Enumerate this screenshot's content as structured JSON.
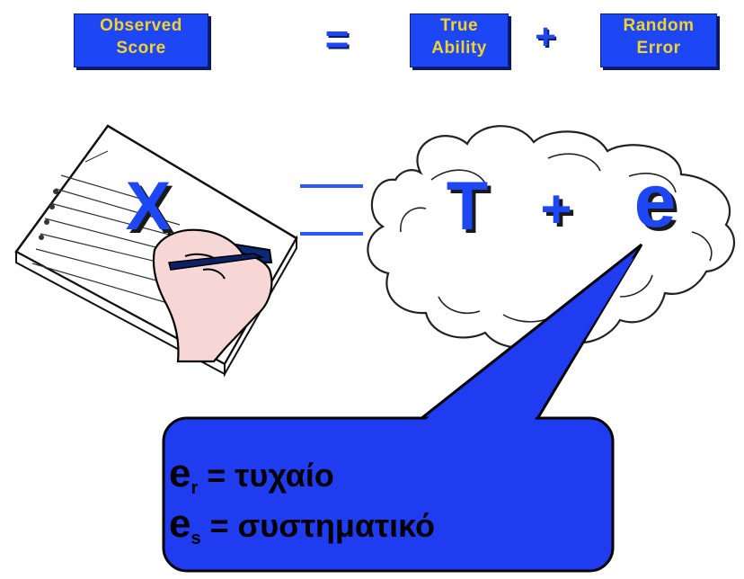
{
  "header": {
    "observed": [
      "Observed",
      "Score"
    ],
    "equals": "=",
    "true_ability": [
      "True",
      "Ability"
    ],
    "plus": "+",
    "random_error": [
      "Random",
      "Error"
    ]
  },
  "illustration": {
    "x": "X",
    "t": "T",
    "plus": "+",
    "e": "e"
  },
  "callout": {
    "line1": {
      "base": "e",
      "sub": "r",
      "rest": " = τυχαίο"
    },
    "line2": {
      "base": "e",
      "sub": "s",
      "rest": " = συστηματικό"
    }
  },
  "colors": {
    "box_fill": "#1d46f5",
    "box_text": "#f2d22e",
    "callout_fill": "#1f3cf0",
    "letters": "#1d46f5"
  }
}
